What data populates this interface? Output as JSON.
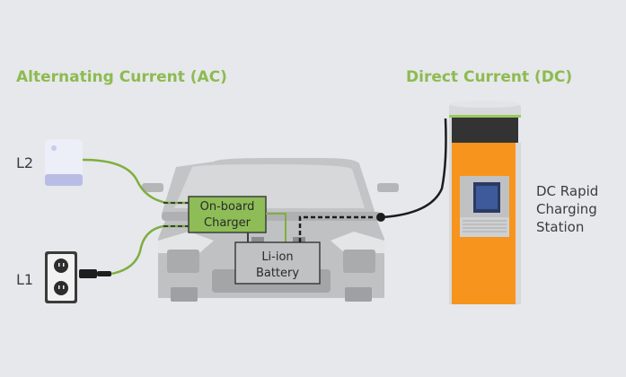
{
  "headings": {
    "ac": "Alternating Current (AC)",
    "dc": "Direct Current (DC)"
  },
  "levels": {
    "l2": "L2",
    "l1": "L1"
  },
  "components": {
    "onboard_charger": [
      "On-board",
      "Charger"
    ],
    "battery": [
      "Li-ion",
      "Battery"
    ]
  },
  "dc_station_label": [
    "DC Rapid",
    "Charging",
    "Station"
  ],
  "colors": {
    "background": "#e6e8ec",
    "ac_green": "#8dbb4f",
    "dc_orange": "#f7941d",
    "car_gray": "#c2c4c6"
  }
}
